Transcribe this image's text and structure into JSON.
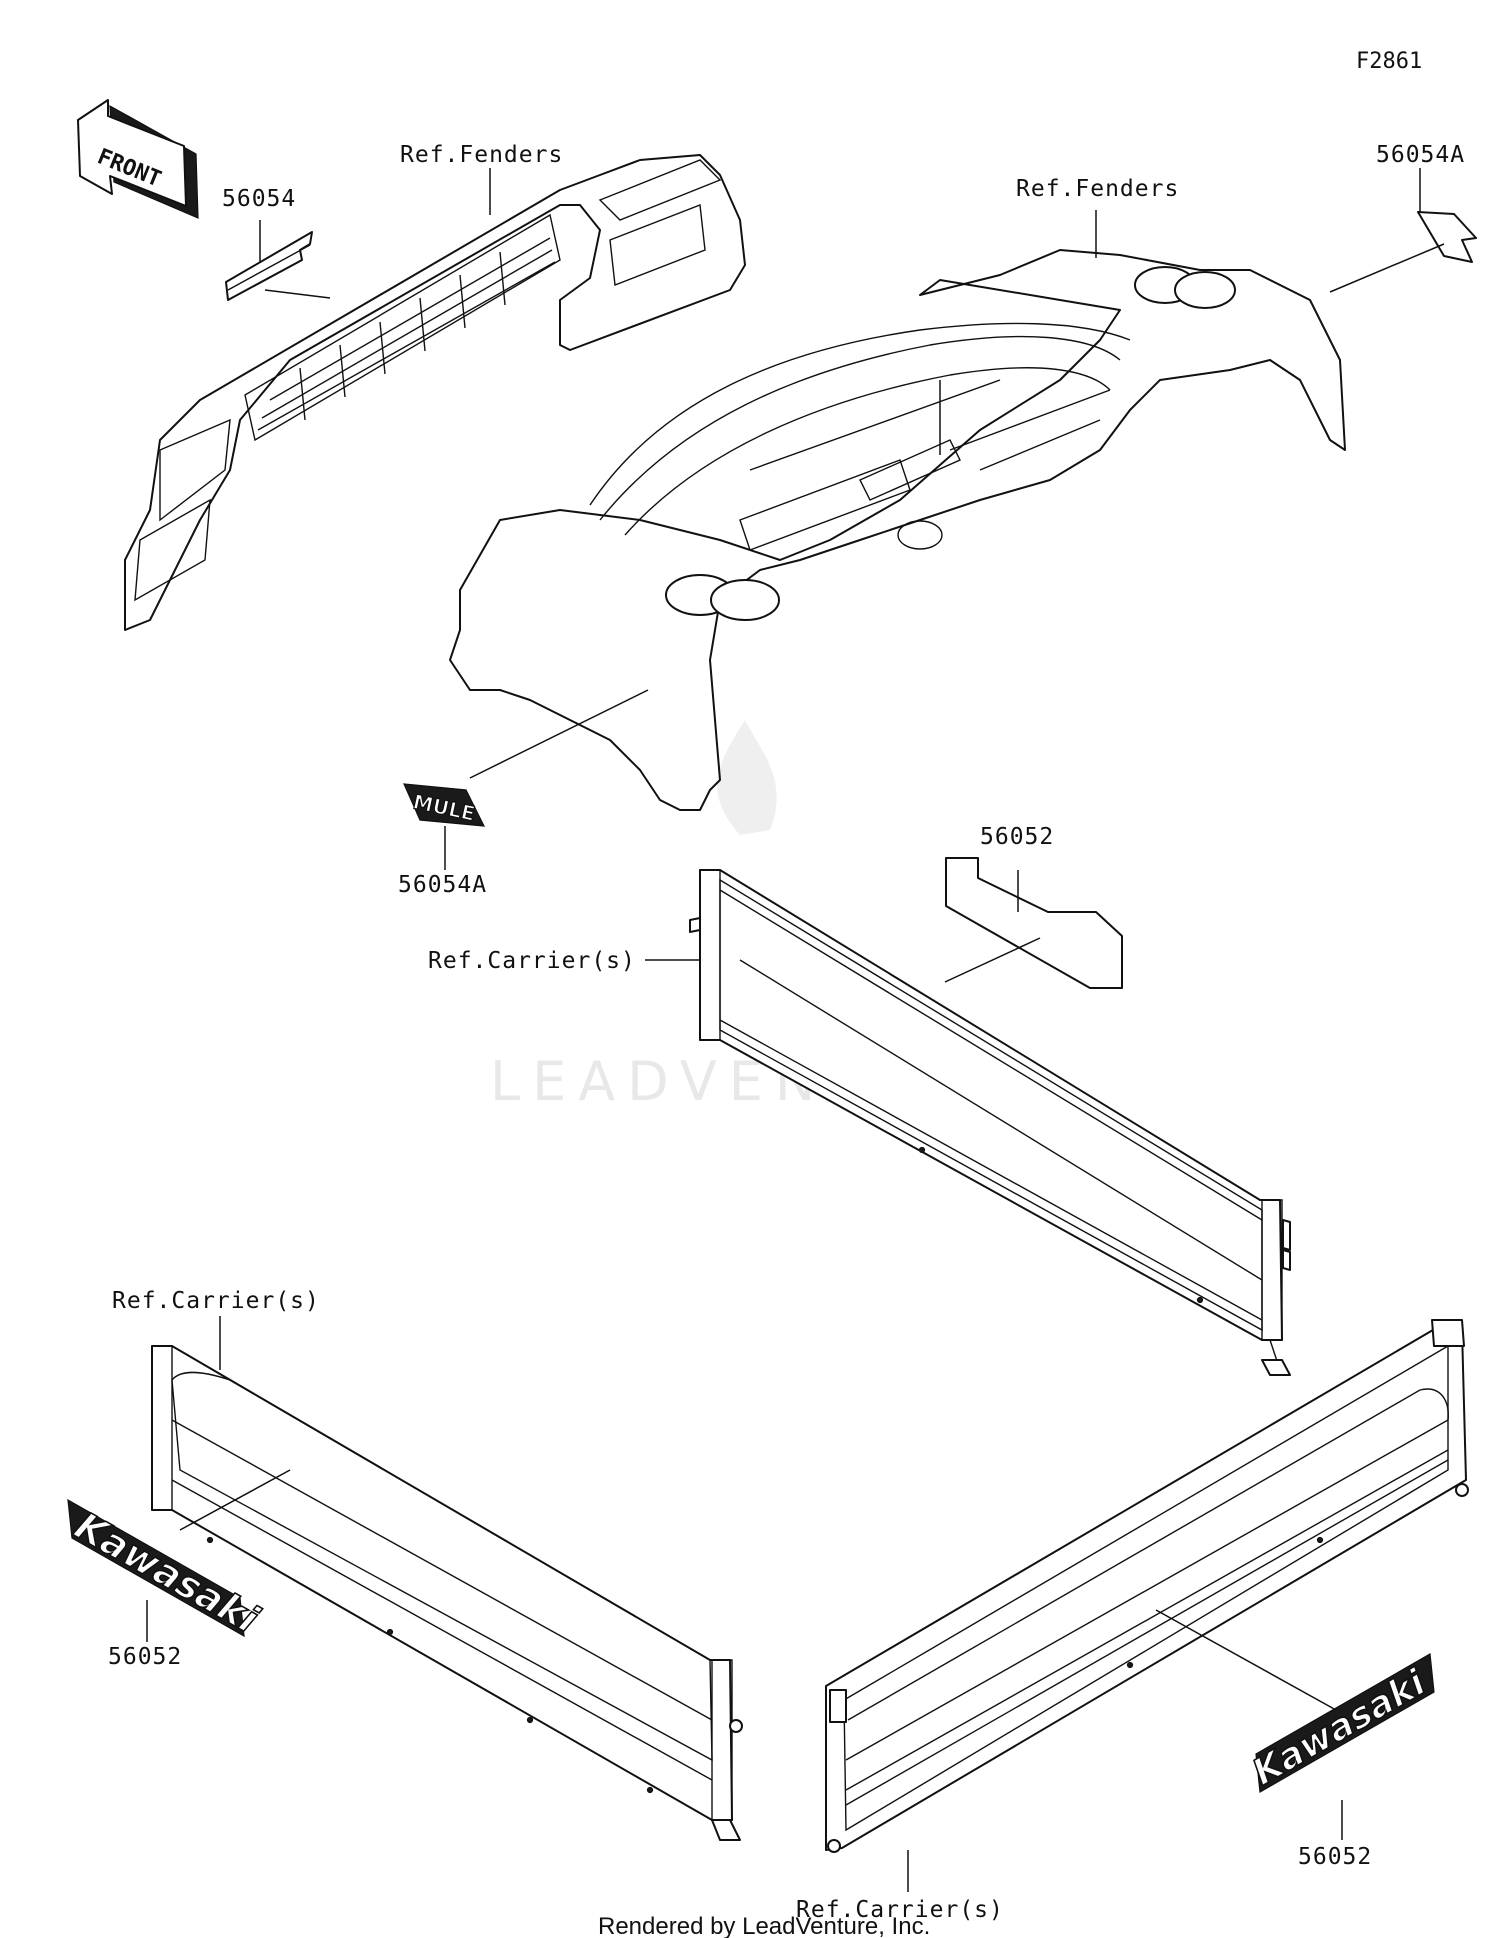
{
  "figure_id": "F2861",
  "front_arrow": "FRONT",
  "labels": {
    "decal_56054": "56054",
    "ref_fenders_left": "Ref.Fenders",
    "ref_fenders_right": "Ref.Fenders",
    "decal_56054A_top": "56054A",
    "decal_56054A_left": "56054A",
    "decal_56052_top": "56052",
    "ref_carrier_upper": "Ref.Carrier(s)",
    "ref_carrier_left": "Ref.Carrier(s)",
    "decal_56052_left": "56052",
    "decal_56052_right": "56052",
    "ref_carrier_bottom": "Ref.Carrier(s)"
  },
  "emblems": {
    "mule_top": "MULE",
    "kawasaki_left": "Kawasaki",
    "kawasaki_right": "Kawasaki"
  },
  "watermark": "LEADVENTURE",
  "footer": "Rendered by LeadVenture, Inc."
}
